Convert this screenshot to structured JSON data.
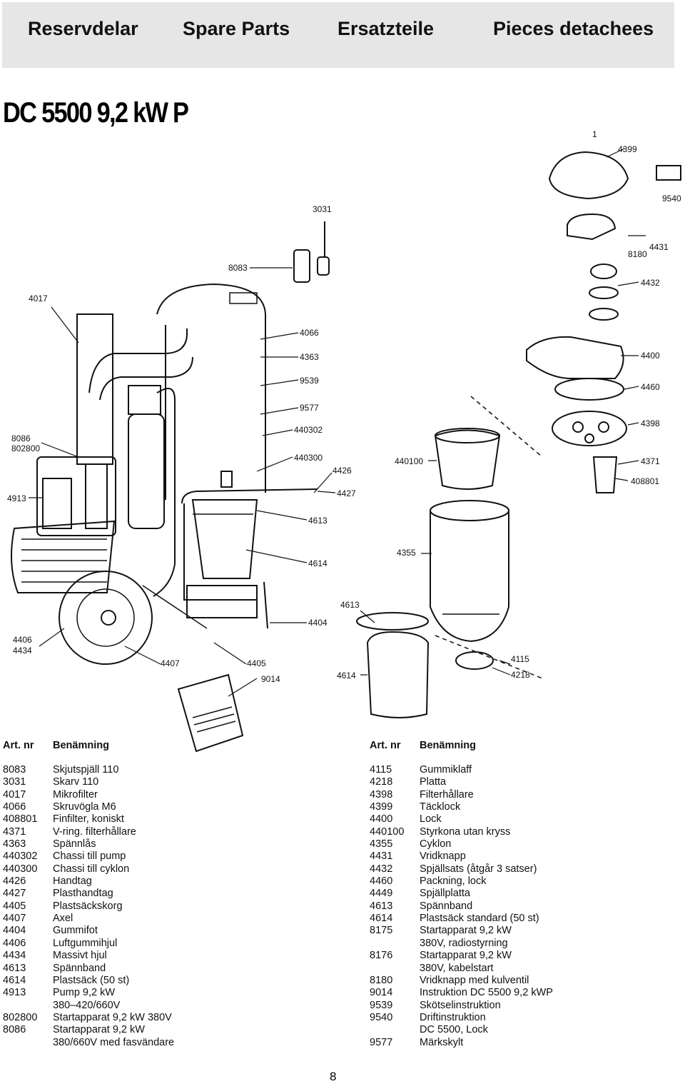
{
  "header": {
    "lang_sv": "Reservdelar",
    "lang_en": "Spare Parts",
    "lang_de": "Ersatzteile",
    "lang_fr": "Pieces detachees"
  },
  "title": "DC 5500 9,2 kW P",
  "callouts": {
    "c3031": "3031",
    "c8083": "8083",
    "c4017": "4017",
    "c4066": "4066",
    "c4363": "4363",
    "c9539": "9539",
    "c9577": "9577",
    "c440302": "440302",
    "c440300": "440300",
    "c4426": "4426",
    "c4427": "4427",
    "c4613a": "4613",
    "c4614a": "4614",
    "c8086": "8086",
    "c802800": "802800",
    "c4913": "4913",
    "c4406": "4406",
    "c4434": "4434",
    "c4407": "4407",
    "c4405": "4405",
    "c9014": "9014",
    "c4404": "4404",
    "c440100": "440100",
    "c4355": "4355",
    "c4613b": "4613",
    "c4614b": "4614",
    "c4115": "4115",
    "c4218": "4218",
    "c1": "1",
    "c4399": "4399",
    "c9540": "9540",
    "c4431": "4431",
    "c8180": "8180",
    "c4432": "4432",
    "c4400": "4400",
    "c4460": "4460",
    "c4398": "4398",
    "c4371": "4371",
    "c408801": "408801"
  },
  "table_left": {
    "col_art": "Art. nr",
    "col_name": "Benämning",
    "rows": [
      {
        "art": "8083",
        "name": "Skjutspjäll 110"
      },
      {
        "art": "3031",
        "name": "Skarv 110"
      },
      {
        "art": "4017",
        "name": "Mikrofilter"
      },
      {
        "art": "4066",
        "name": "Skruvögla M6"
      },
      {
        "art": "408801",
        "name": "Finfilter, koniskt"
      },
      {
        "art": "4371",
        "name": "V-ring. filterhållare"
      },
      {
        "art": "4363",
        "name": "Spännlås"
      },
      {
        "art": "440302",
        "name": "Chassi till pump"
      },
      {
        "art": "440300",
        "name": "Chassi till cyklon"
      },
      {
        "art": "4426",
        "name": "Handtag"
      },
      {
        "art": "4427",
        "name": "Plasthandtag"
      },
      {
        "art": "4405",
        "name": "Plastsäckskorg"
      },
      {
        "art": "4407",
        "name": "Axel"
      },
      {
        "art": "4404",
        "name": "Gummifot"
      },
      {
        "art": "4406",
        "name": "Luftgummihjul"
      },
      {
        "art": "4434",
        "name": "Massivt hjul"
      },
      {
        "art": "4613",
        "name": "Spännband"
      },
      {
        "art": "4614",
        "name": "Plastsäck (50 st)"
      },
      {
        "art": "4913",
        "name": "Pump 9,2 kW"
      },
      {
        "art": "",
        "name": "380–420/660V"
      },
      {
        "art": "802800",
        "name": "Startapparat 9,2 kW 380V"
      },
      {
        "art": "8086",
        "name": "Startapparat 9,2 kW"
      },
      {
        "art": "",
        "name": "380/660V med fasvändare"
      }
    ]
  },
  "table_right": {
    "col_art": "Art. nr",
    "col_name": "Benämning",
    "rows": [
      {
        "art": "4115",
        "name": "Gummiklaff"
      },
      {
        "art": "4218",
        "name": "Platta"
      },
      {
        "art": "4398",
        "name": "Filterhållare"
      },
      {
        "art": "4399",
        "name": "Täcklock"
      },
      {
        "art": "4400",
        "name": "Lock"
      },
      {
        "art": "440100",
        "name": "Styrkona utan kryss"
      },
      {
        "art": "4355",
        "name": "Cyklon"
      },
      {
        "art": "4431",
        "name": "Vridknapp"
      },
      {
        "art": "4432",
        "name": "Spjällsats (åtgår 3 satser)"
      },
      {
        "art": "4460",
        "name": "Packning, lock"
      },
      {
        "art": "4449",
        "name": "Spjällplatta"
      },
      {
        "art": "4613",
        "name": "Spännband"
      },
      {
        "art": "4614",
        "name": "Plastsäck standard (50 st)"
      },
      {
        "art": "8175",
        "name": "Startapparat 9,2 kW"
      },
      {
        "art": "",
        "name": "380V, radiostyrning"
      },
      {
        "art": "8176",
        "name": "Startapparat 9,2 kW"
      },
      {
        "art": "",
        "name": "380V, kabelstart"
      },
      {
        "art": "8180",
        "name": "Vridknapp med kulventil"
      },
      {
        "art": "9014",
        "name": "Instruktion DC 5500 9,2 kWP"
      },
      {
        "art": "9539",
        "name": "Skötselinstruktion"
      },
      {
        "art": "9540",
        "name": "Driftinstruktion"
      },
      {
        "art": "",
        "name": "DC 5500, Lock"
      },
      {
        "art": "9577",
        "name": "Märkskylt"
      }
    ]
  },
  "page_number": "8"
}
